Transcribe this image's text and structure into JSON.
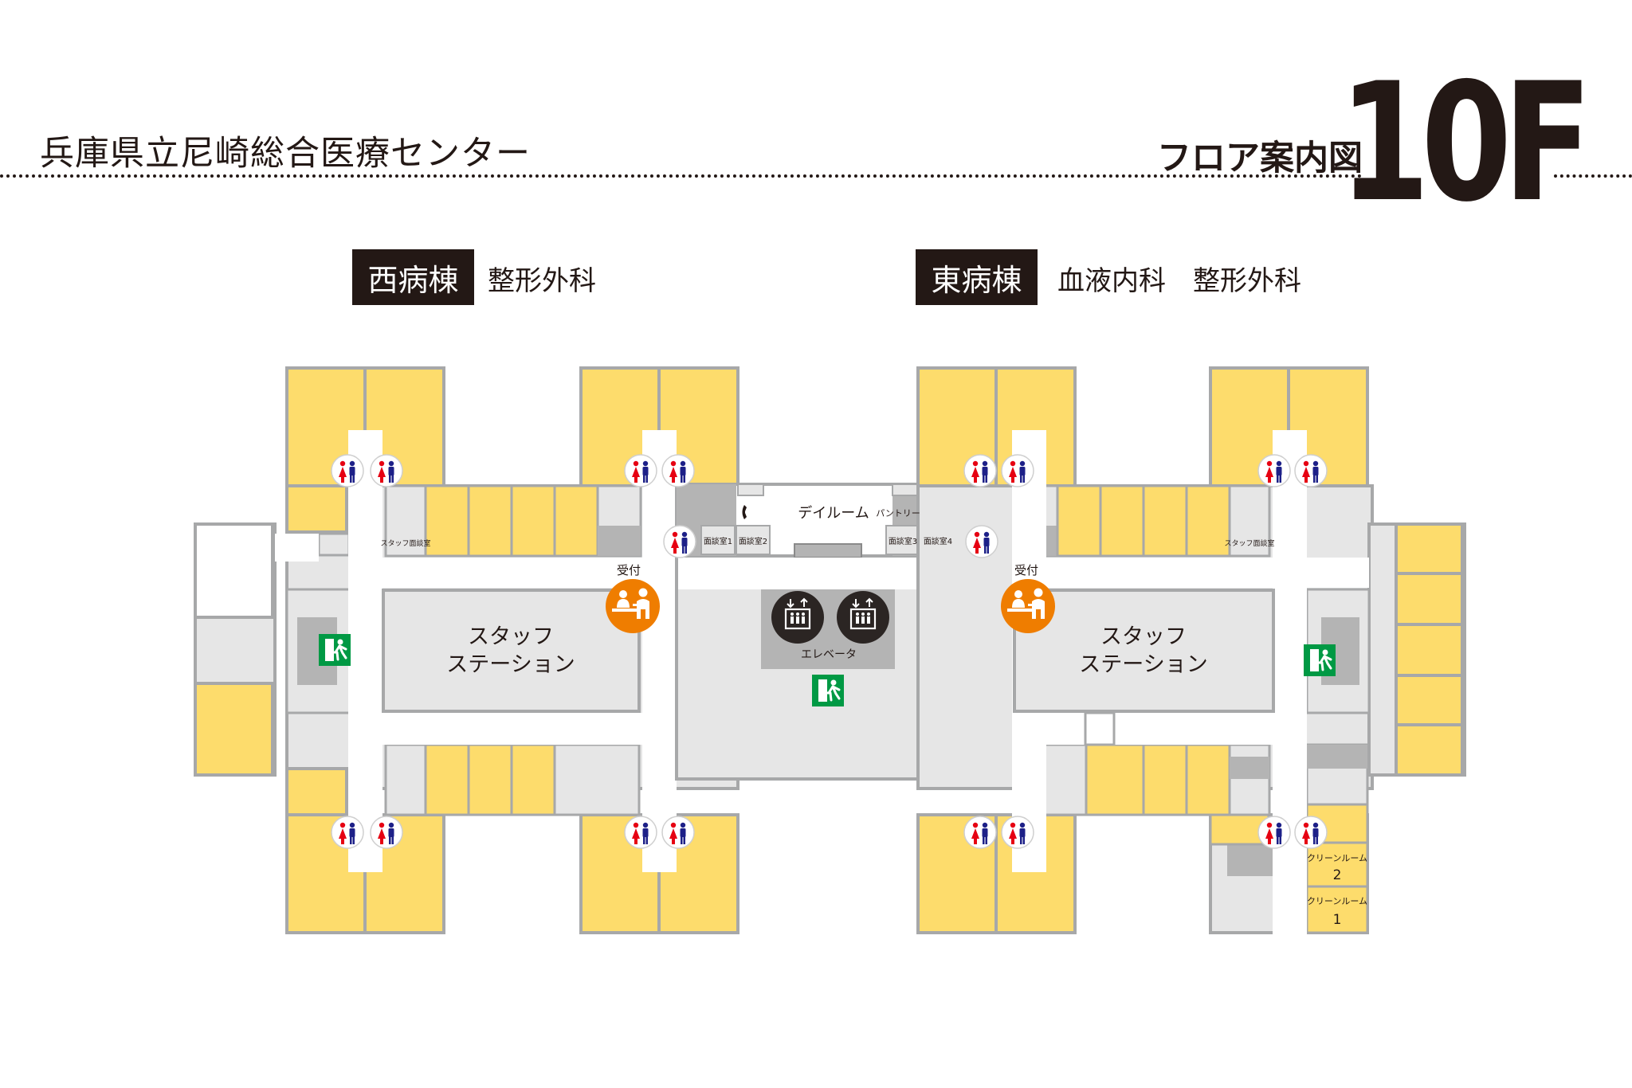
{
  "header": {
    "hospital_name": "兵庫県立尼崎総合医療センター",
    "map_title": "フロア案内図",
    "floor": "10F"
  },
  "wards": {
    "west": {
      "name": "西病棟",
      "departments": "整形外科"
    },
    "east": {
      "name": "東病棟",
      "departments": "血液内科　整形外科"
    }
  },
  "labels": {
    "day_room": "デイルーム",
    "pantry": "パントリー",
    "interview_1": "面談室1",
    "interview_2": "面談室2",
    "interview_3": "面談室3",
    "interview_4": "面談室4",
    "staff_interview": "スタッフ面談室",
    "reception": "受付",
    "staff_station_line1": "スタッフ",
    "staff_station_line2": "ステーション",
    "elevator": "エレベータ",
    "clean_room": "クリーンルーム",
    "clean_room_1_num": "1",
    "clean_room_2_num": "2"
  },
  "colors": {
    "patient_room": "#FDDC6C",
    "facility": "#E6E6E6",
    "wall": "#A7A8A9",
    "dark_fill": "#B4B4B4",
    "reception_icon": "#EF7D00",
    "elevator_icon": "#2B2523",
    "exit_sign": "#009944"
  },
  "icons": {
    "restroom": "restroom-icon",
    "reception": "reception-icon",
    "elevator": "elevator-icon",
    "emergency_exit": "emergency-exit-icon",
    "telephone": "telephone-icon"
  }
}
